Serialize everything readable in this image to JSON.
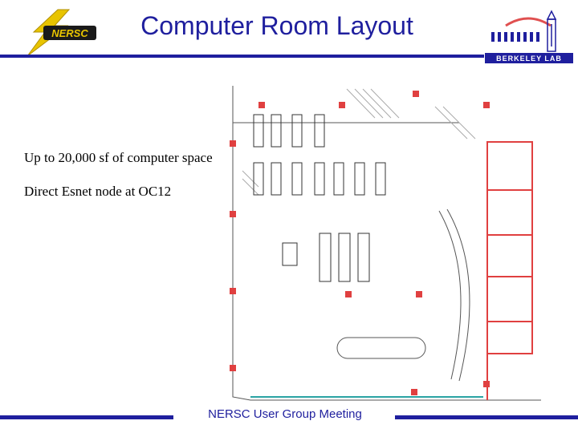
{
  "header": {
    "title": "Computer Room Layout",
    "logo_left_text": "NERSC",
    "logo_right_text": "BERKELEY LAB"
  },
  "main": {
    "bullets": [
      {
        "text": "Up to 20,000 sf of computer space"
      },
      {
        "text": "Direct Esnet node at OC12"
      }
    ],
    "floorplan_icon": "floor-plan-drawing"
  },
  "footer": {
    "text": "NERSC User Group Meeting"
  },
  "colors": {
    "accent_blue": "#1f1f9e",
    "nersc_gold": "#e8c400",
    "plan_red": "#e04040",
    "plan_gray": "#555555"
  }
}
